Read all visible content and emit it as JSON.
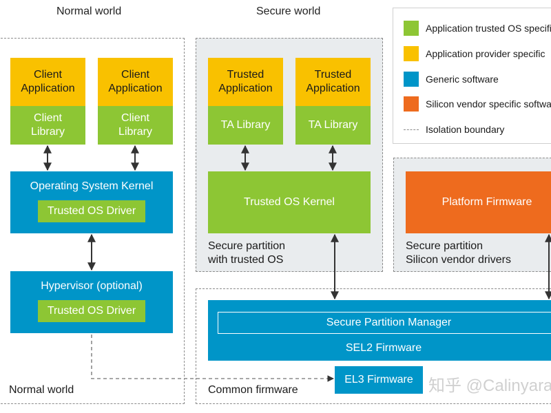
{
  "titles": {
    "normal_world": "Normal world",
    "secure_world": "Secure world"
  },
  "normal": {
    "client_app_1": "Client Application",
    "client_lib_1": "Client Library",
    "client_app_2": "Client Application",
    "client_lib_2": "Client Library",
    "os_kernel": "Operating System Kernel",
    "os_driver": "Trusted OS Driver",
    "hypervisor": "Hypervisor (optional)",
    "hyp_driver": "Trusted OS Driver",
    "region_label": "Normal world"
  },
  "secure": {
    "trusted_app_1": "Trusted Application",
    "ta_lib_1": "TA Library",
    "trusted_app_2": "Trusted Application",
    "ta_lib_2": "TA Library",
    "os_kernel": "Trusted OS Kernel",
    "partition_line1": "Secure partition",
    "partition_line2": "with trusted OS"
  },
  "vendor": {
    "platform_fw": "Platform Firmware",
    "partition_line1": "Secure partition",
    "partition_line2": "Silicon vendor drivers"
  },
  "firmware": {
    "spm": "Secure Partition Manager",
    "sel2": "SEL2 Firmware",
    "el3": "EL3 Firmware",
    "region_label": "Common firmware"
  },
  "legend": {
    "items": [
      {
        "label": "Application trusted OS specific",
        "color": "#8dc634"
      },
      {
        "label": "Application provider specific",
        "color": "#f9c100"
      },
      {
        "label": "Generic software",
        "color": "#0095c8"
      },
      {
        "label": "Silicon vendor specific software",
        "color": "#ee6b1e"
      }
    ],
    "boundary": "Isolation boundary"
  },
  "watermark": "知乎 @Calinyara"
}
